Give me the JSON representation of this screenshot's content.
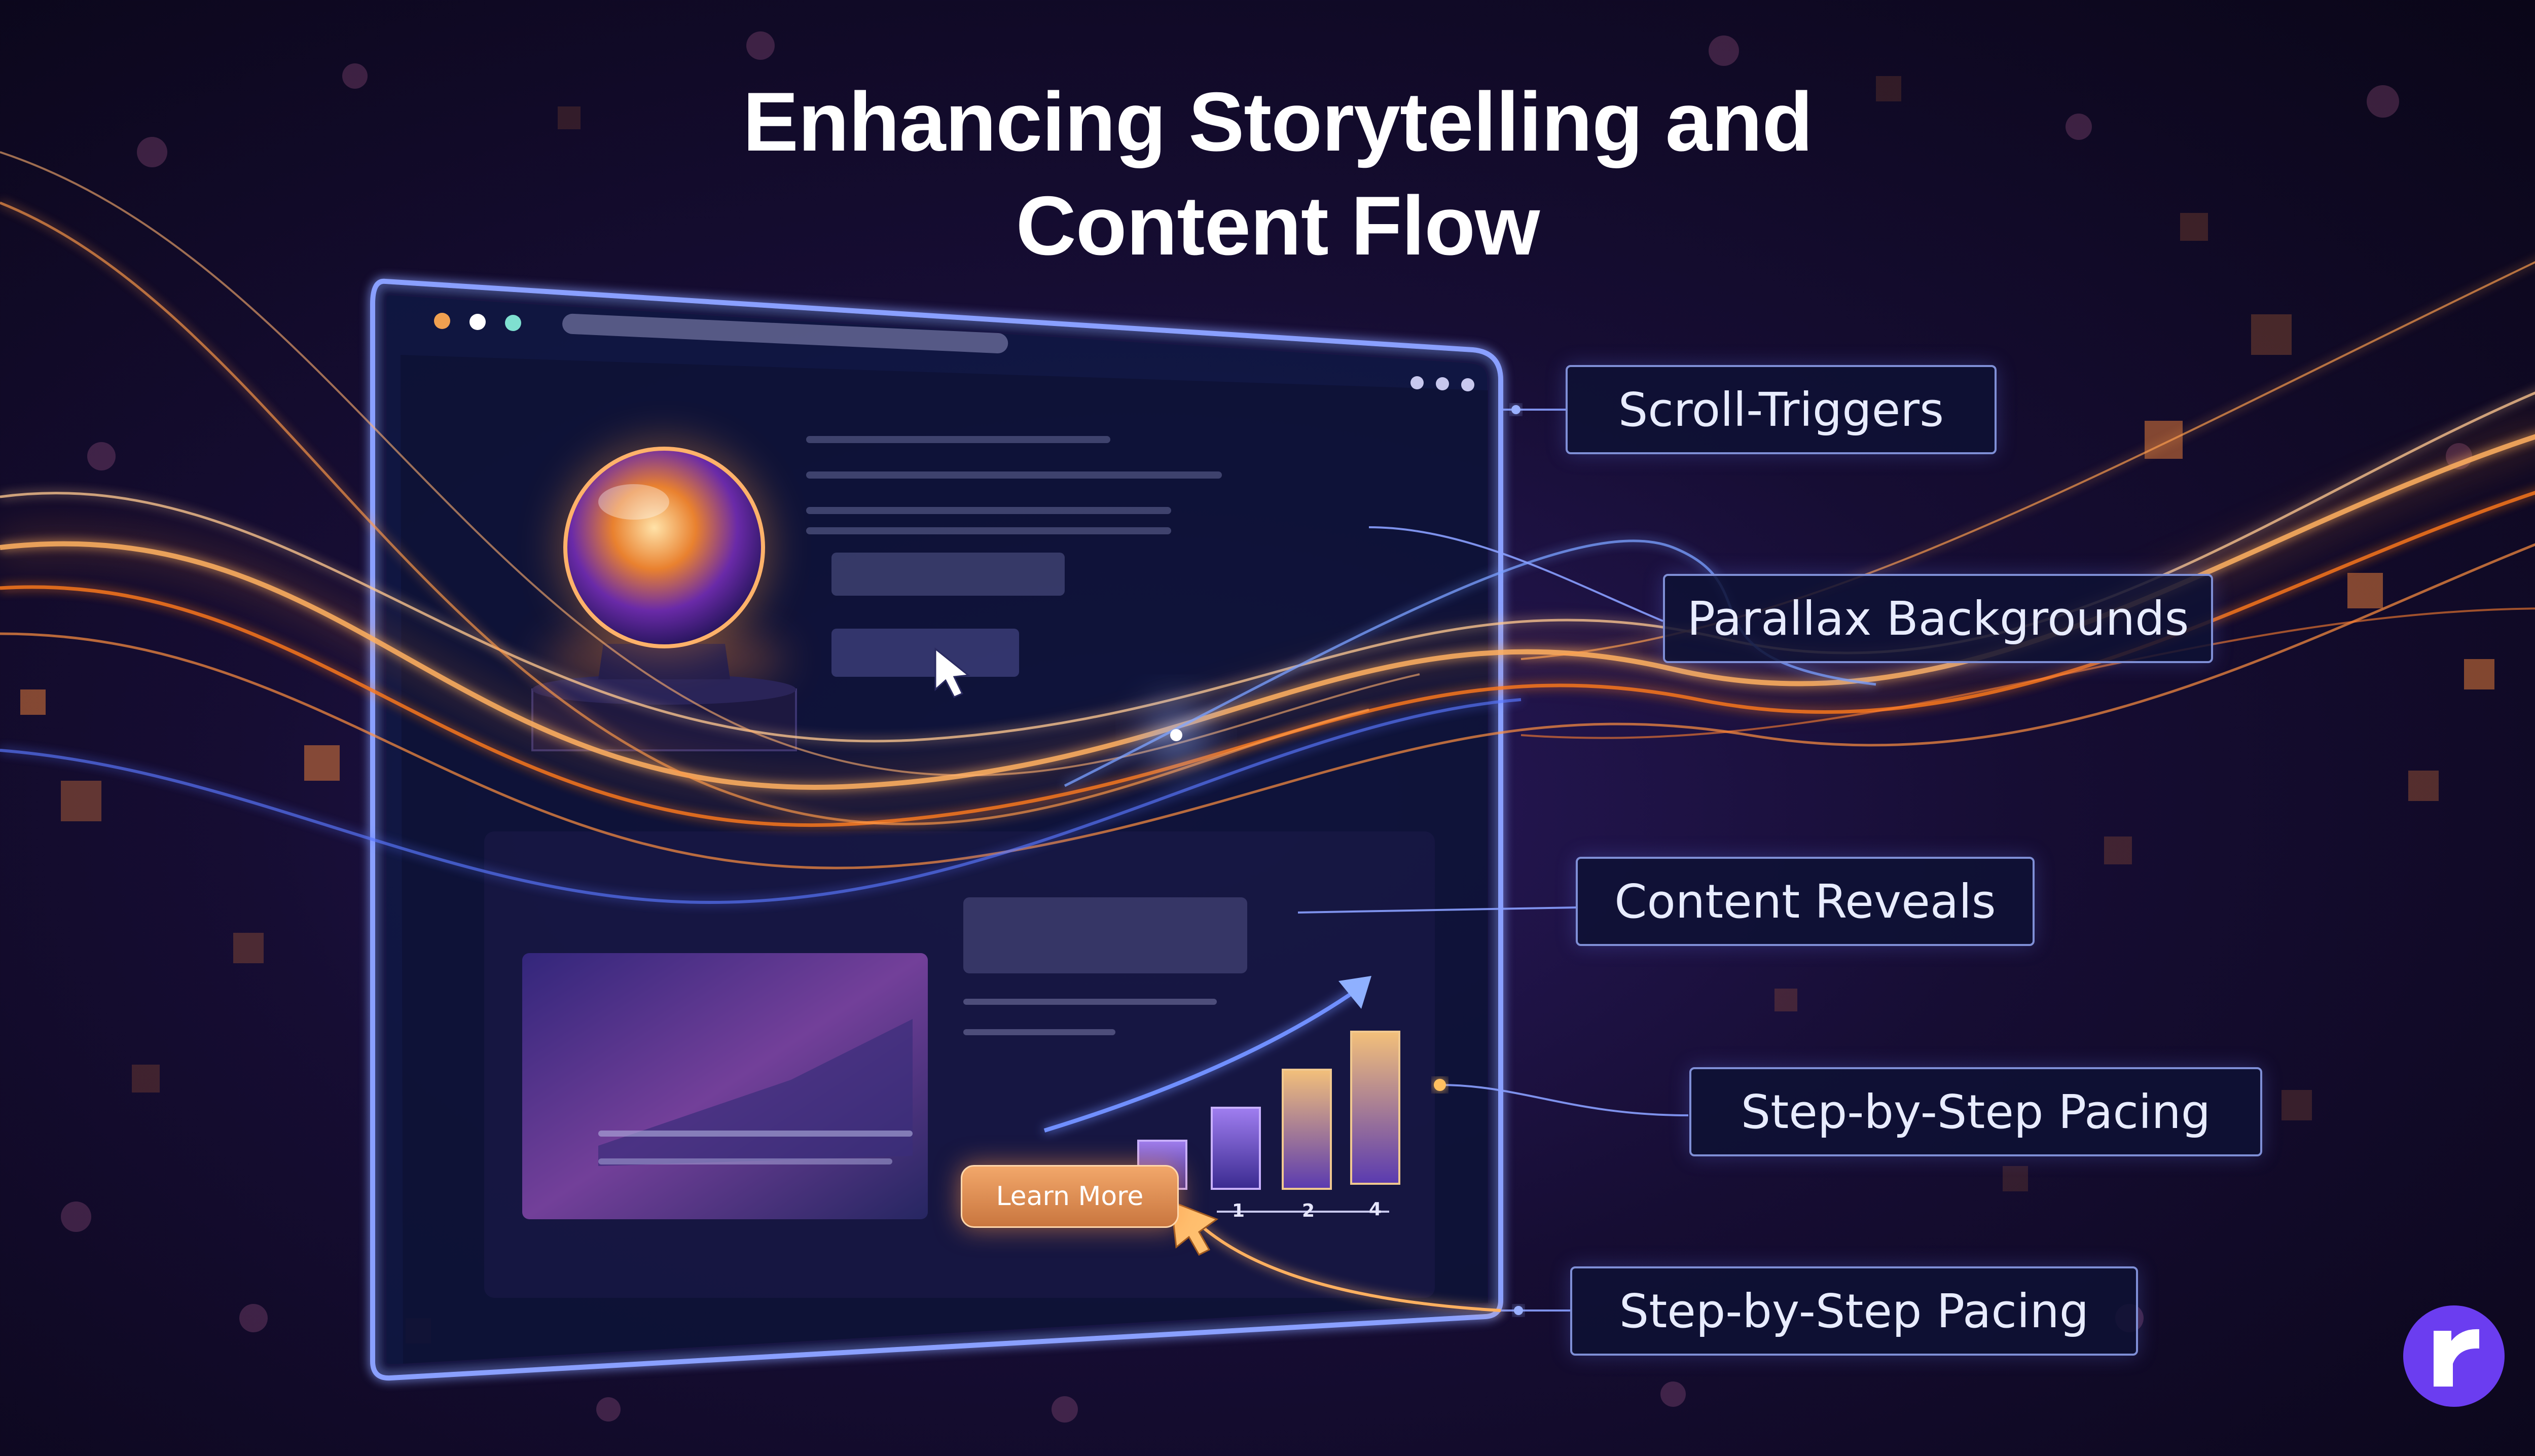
{
  "title": {
    "line1": "Enhancing Storytelling and",
    "line2": "Content Flow"
  },
  "labels": [
    "Scroll-Triggers",
    "Parallax Backgrounds",
    "Content Reveals",
    "Step-by-Step Pacing",
    "Step-by-Step Pacing"
  ],
  "mockup": {
    "learn_more_label": "Learn More",
    "chart_ticks": [
      "1",
      "2",
      "4"
    ],
    "window_dots": [
      "#f0a050",
      "#ffffff",
      "#7fe0d0"
    ]
  },
  "colors": {
    "accent_orange": "#ff8a2a",
    "accent_blue": "#5a78ff",
    "brand_purple": "#6b3df0"
  },
  "icons": [
    "cursor-icon",
    "pointer-arrow-icon",
    "brand-logo-icon",
    "trend-arrow-icon"
  ]
}
